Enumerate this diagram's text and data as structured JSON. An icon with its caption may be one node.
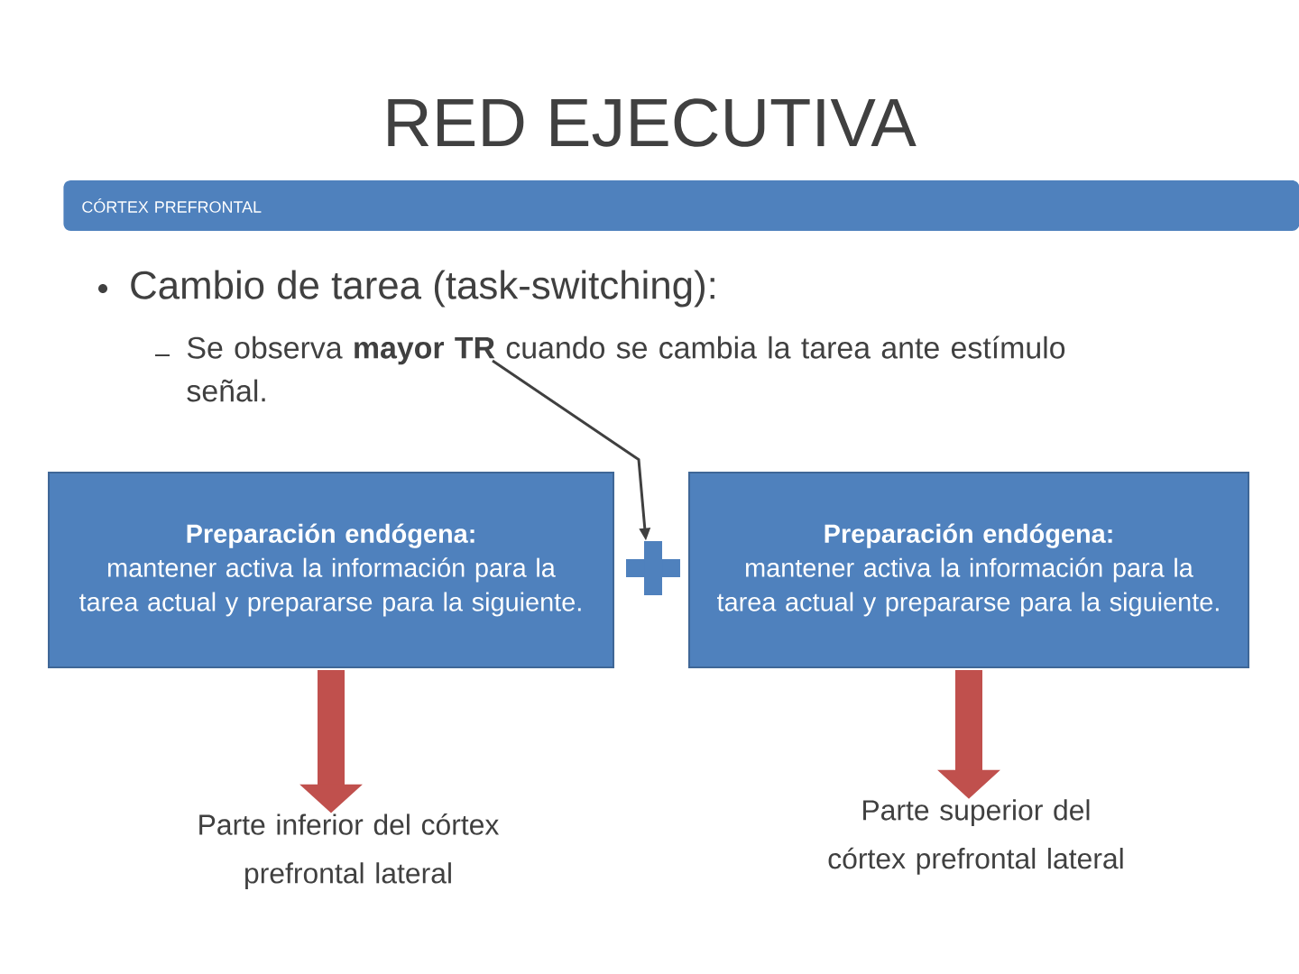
{
  "diagram": {
    "title": "RED EJECUTIVA",
    "nodes": [
      {
        "text": [
          "CÓRTEX PREFRONTAL"
        ]
      },
      {
        "text": [
          "Se observa **mayor TR** cuando se cambia la tarea ante estímulo señal."
        ]
      },
      {
        "text": [
          "Preparación endógena:",
          "mantener activa la información para la tarea actual y prepararse para la siguiente."
        ]
      },
      {
        "text": [],
        "shape": "plus"
      },
      {
        "text": [
          "Preparación endógena:",
          "mantener activa la información para la tarea actual y prepararse para la siguiente."
        ]
      },
      {
        "text": [
          "Parte inferior del córtex prefrontal lateral"
        ]
      },
      {
        "text": [
          "Parte superior del córtex prefrontal lateral"
        ]
      }
    ],
    "edges": [
      {
        "from": 1,
        "to": 3,
        "arrow": "to",
        "color": "#404040"
      },
      {
        "from": 2,
        "to": 5,
        "arrow": "to"
      },
      {
        "from": 4,
        "to": 6,
        "arrow": "to"
      }
    ],
    "labels": [
      "Cambio de tarea (task-switching):"
    ]
  }
}
